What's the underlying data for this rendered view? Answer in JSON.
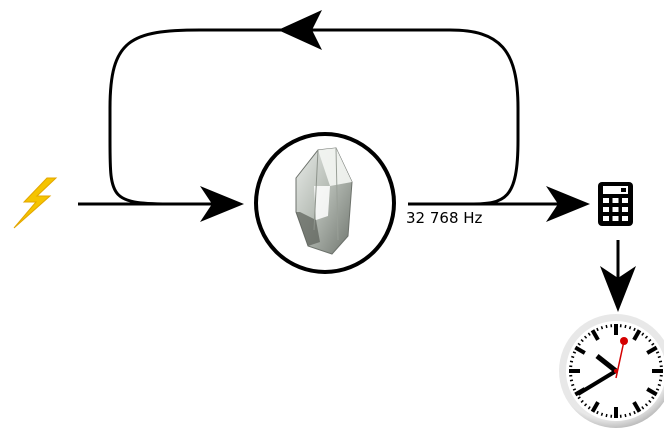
{
  "diagram": {
    "frequency_label": "32 768 Hz",
    "nodes": {
      "power": {
        "icon": "lightning-bolt-icon",
        "color": "#f5c400"
      },
      "crystal": {
        "icon": "quartz-crystal-icon"
      },
      "counter": {
        "icon": "calculator-icon"
      },
      "clock": {
        "icon": "clock-face-icon",
        "second_hand_color": "#d40000"
      }
    },
    "edges": [
      {
        "from": "power",
        "to": "crystal"
      },
      {
        "from": "crystal",
        "to": "crystal",
        "kind": "feedback-loop"
      },
      {
        "from": "crystal",
        "to": "counter"
      },
      {
        "from": "counter",
        "to": "clock"
      }
    ]
  }
}
